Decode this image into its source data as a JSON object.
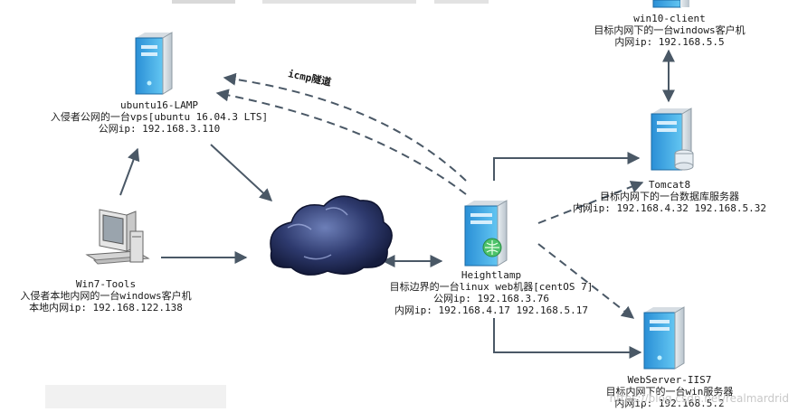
{
  "diagram": {
    "tunnel_label": "icmp隧道",
    "nodes": [
      {
        "id": "win10",
        "lines": [
          "win10-client",
          "目标内网下的一台windows客户机",
          "内网ip: 192.168.5.5"
        ]
      },
      {
        "id": "ubuntu",
        "lines": [
          "ubuntu16-LAMP",
          "入侵者公网的一台vps[ubuntu 16.04.3 LTS]",
          "公网ip: 192.168.3.110"
        ]
      },
      {
        "id": "tomcat",
        "lines": [
          "Tomcat8",
          "目标内网下的一台数据库服务器",
          "内网ip: 192.168.4.32 192.168.5.32"
        ]
      },
      {
        "id": "win7",
        "lines": [
          "Win7-Tools",
          "入侵者本地内网的一台windows客户机",
          "本地内网ip: 192.168.122.138"
        ]
      },
      {
        "id": "heightlamp",
        "lines": [
          "Heightlamp",
          "目标边界的一台linux web机器[centOS 7]",
          "公网ip: 192.168.3.76",
          "内网ip: 192.168.4.17 192.168.5.17"
        ]
      },
      {
        "id": "iis",
        "lines": [
          "WebServer-IIS7",
          "目标内网下的一台win服务器",
          "内网ip: 192.168.5.2"
        ]
      }
    ],
    "watermark": "https://blog.csdn.net/realmardrid"
  }
}
